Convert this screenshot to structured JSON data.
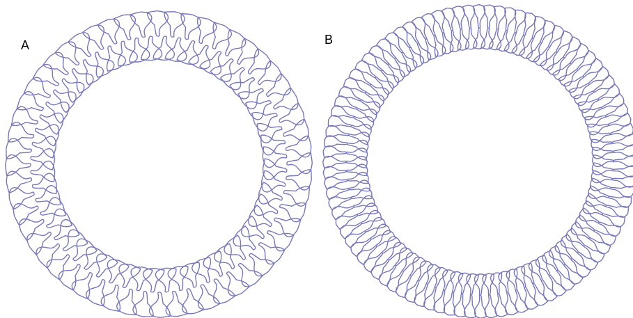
{
  "panels": [
    {
      "label": "A",
      "lobe_count": 56,
      "outline_color": "#7777bb"
    },
    {
      "label": "B",
      "lobe_count": 92,
      "outline_color": "#7777bb"
    }
  ]
}
